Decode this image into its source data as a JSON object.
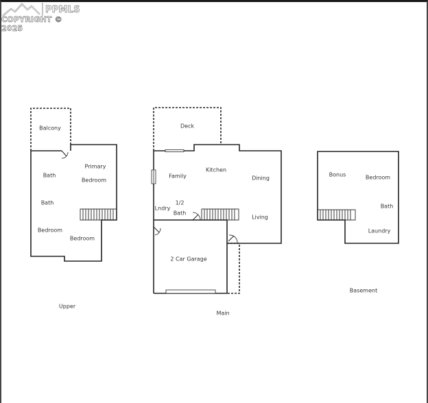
{
  "watermark": {
    "brand": "PPMLS",
    "copyright": "COPYRIGHT © 2025"
  },
  "floors": {
    "upper": {
      "label": "Upper",
      "rooms": {
        "balcony": "Balcony",
        "primary": "Primary",
        "primary_bedroom": "Bedroom",
        "bath1": "Bath",
        "bath2": "Bath",
        "bedroom1": "Bedroom",
        "bedroom2": "Bedroom"
      }
    },
    "main": {
      "label": "Main",
      "rooms": {
        "deck": "Deck",
        "kitchen": "Kitchen",
        "family": "Family",
        "dining": "Dining",
        "lndry": "Lndry",
        "half": "1/2",
        "half_bath": "Bath",
        "living": "Living",
        "garage": "2 Car Garage"
      }
    },
    "basement": {
      "label": "Basement",
      "rooms": {
        "bonus": "Bonus",
        "bedroom": "Bedroom",
        "bath": "Bath",
        "laundry": "Laundry"
      }
    }
  },
  "colors": {
    "wall": "#222222",
    "text": "#333333",
    "background": "#ffffff"
  }
}
